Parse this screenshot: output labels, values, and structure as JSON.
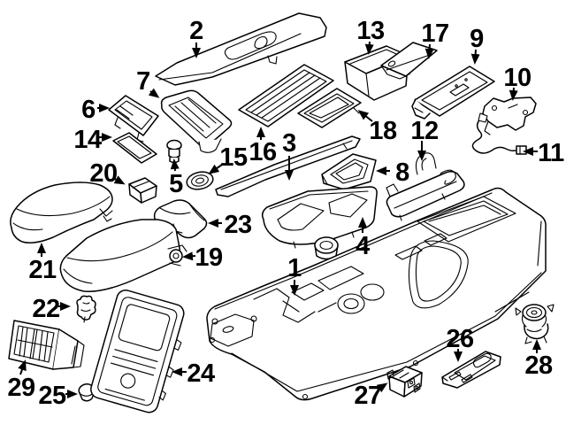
{
  "diagram": {
    "background_color": "#ffffff",
    "line_color": "#000000",
    "callouts": [
      {
        "number": "1"
      },
      {
        "number": "2"
      },
      {
        "number": "3"
      },
      {
        "number": "4"
      },
      {
        "number": "5"
      },
      {
        "number": "6"
      },
      {
        "number": "7"
      },
      {
        "number": "8"
      },
      {
        "number": "9"
      },
      {
        "number": "10"
      },
      {
        "number": "11"
      },
      {
        "number": "12"
      },
      {
        "number": "13"
      },
      {
        "number": "14"
      },
      {
        "number": "15"
      },
      {
        "number": "16"
      },
      {
        "number": "17"
      },
      {
        "number": "18"
      },
      {
        "number": "19"
      },
      {
        "number": "20"
      },
      {
        "number": "21"
      },
      {
        "number": "22"
      },
      {
        "number": "23"
      },
      {
        "number": "24"
      },
      {
        "number": "25"
      },
      {
        "number": "26"
      },
      {
        "number": "27"
      },
      {
        "number": "28"
      },
      {
        "number": "29"
      }
    ]
  }
}
